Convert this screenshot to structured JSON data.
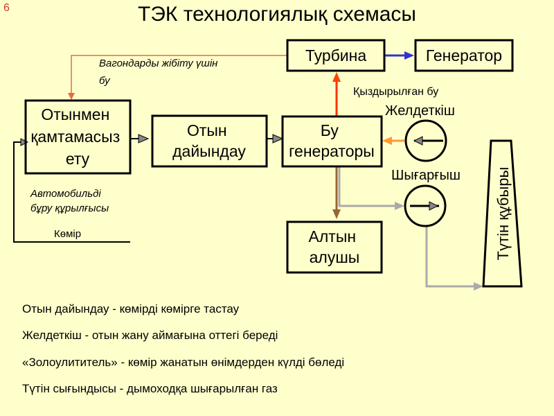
{
  "slide_number": "6",
  "title": "ТЭК технологиялық схемасы",
  "colors": {
    "background": "#ffffcc",
    "steam_red": "#ff3300",
    "steam_arrow": "#ff4400",
    "link_red": "#ee6644",
    "blue_arrow": "#3333cc",
    "ash_brown": "#996633",
    "orange_arrow": "#ff9933",
    "gas_gray": "#aaaaaa",
    "box_stroke": "#000000"
  },
  "diagram": {
    "blocks": {
      "fuel_supply": [
        "Отынмен",
        "қамтамасыз",
        "ету"
      ],
      "fuel_prep": [
        "Отын",
        "дайындау"
      ],
      "steam_generator": [
        "Бу",
        "генераторы"
      ],
      "turbine": [
        "Турбина"
      ],
      "generator": [
        "Генератор"
      ],
      "ash_removal": [
        "Алтын",
        "алушы"
      ],
      "chimney": "Түтін құбыры"
    },
    "labels": {
      "wagon_steam": [
        "Вагондарды жібіту үшін",
        "бу"
      ],
      "heated_steam": "Қыздырылған бу",
      "fan": "Желдеткіш",
      "exhaust": "Шығарғыш",
      "truck_unloader": [
        "Автомобильді",
        "бұру құрылғысы"
      ],
      "coal": "Көмір"
    }
  },
  "notes": [
    "Отын дайындау - көмірді көмірге тастау",
    "Желдеткіш - отын жану аймағына оттегі береді",
    "«Золоулититель» - көмір жанатын өнімдерден күлді бөледі",
    "Түтін сығындысы - дымоходқа шығарылған газ"
  ]
}
